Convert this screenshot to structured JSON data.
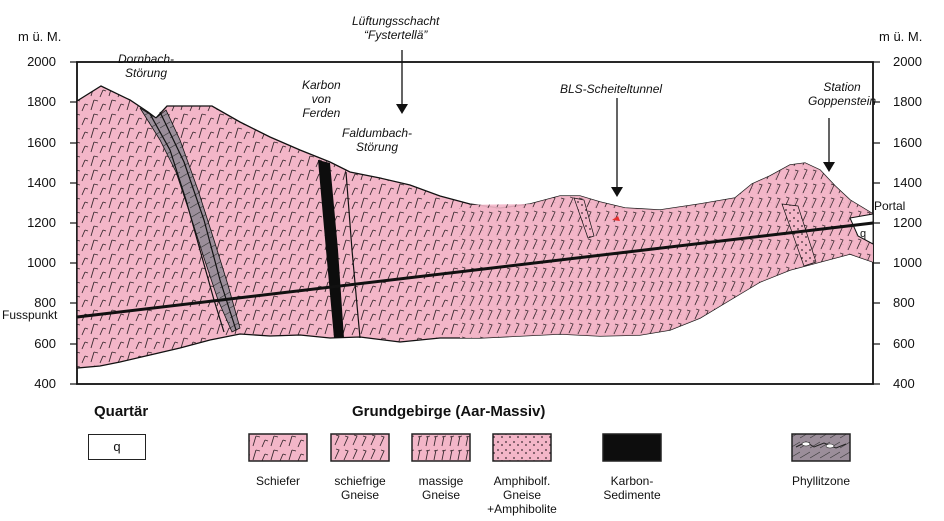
{
  "axis": {
    "unit_left": "m ü. M.",
    "unit_right": "m ü. M.",
    "ticks": [
      "2000",
      "1800",
      "1600",
      "1400",
      "1200",
      "1000",
      "800",
      "600",
      "400"
    ]
  },
  "annotations": {
    "dornbach": "Dornbach-\nStörung",
    "lueftung": "Lüftungsschacht\n“Fystertellä”",
    "karbon": "Karbon\nvon\nFerden",
    "faldumbach": "Faldumbach-\nStörung",
    "bls": "BLS-Scheiteltunnel",
    "station": "Station\nGoppenstein",
    "fusspunkt": "Fusspunkt",
    "portal": "Portal",
    "q": "q"
  },
  "legend": {
    "quartaer_title": "Quartär",
    "quartaer_symbol": "q",
    "grund_title": "Grundgebirge (Aar-Massiv)",
    "items": [
      {
        "label": "Schiefer"
      },
      {
        "label": "schiefrige\nGneise"
      },
      {
        "label": "massige\nGneise"
      },
      {
        "label": "Amphibolf.\nGneise\n+Amphibolite"
      },
      {
        "label": "Karbon-\nSedimente"
      },
      {
        "label": "Phyllitzone"
      }
    ]
  },
  "colors": {
    "rock_pink": "#f3b6c8",
    "phyllite": "#9b8e9a",
    "karbon": "#0d0d0d",
    "line": "#111111"
  }
}
